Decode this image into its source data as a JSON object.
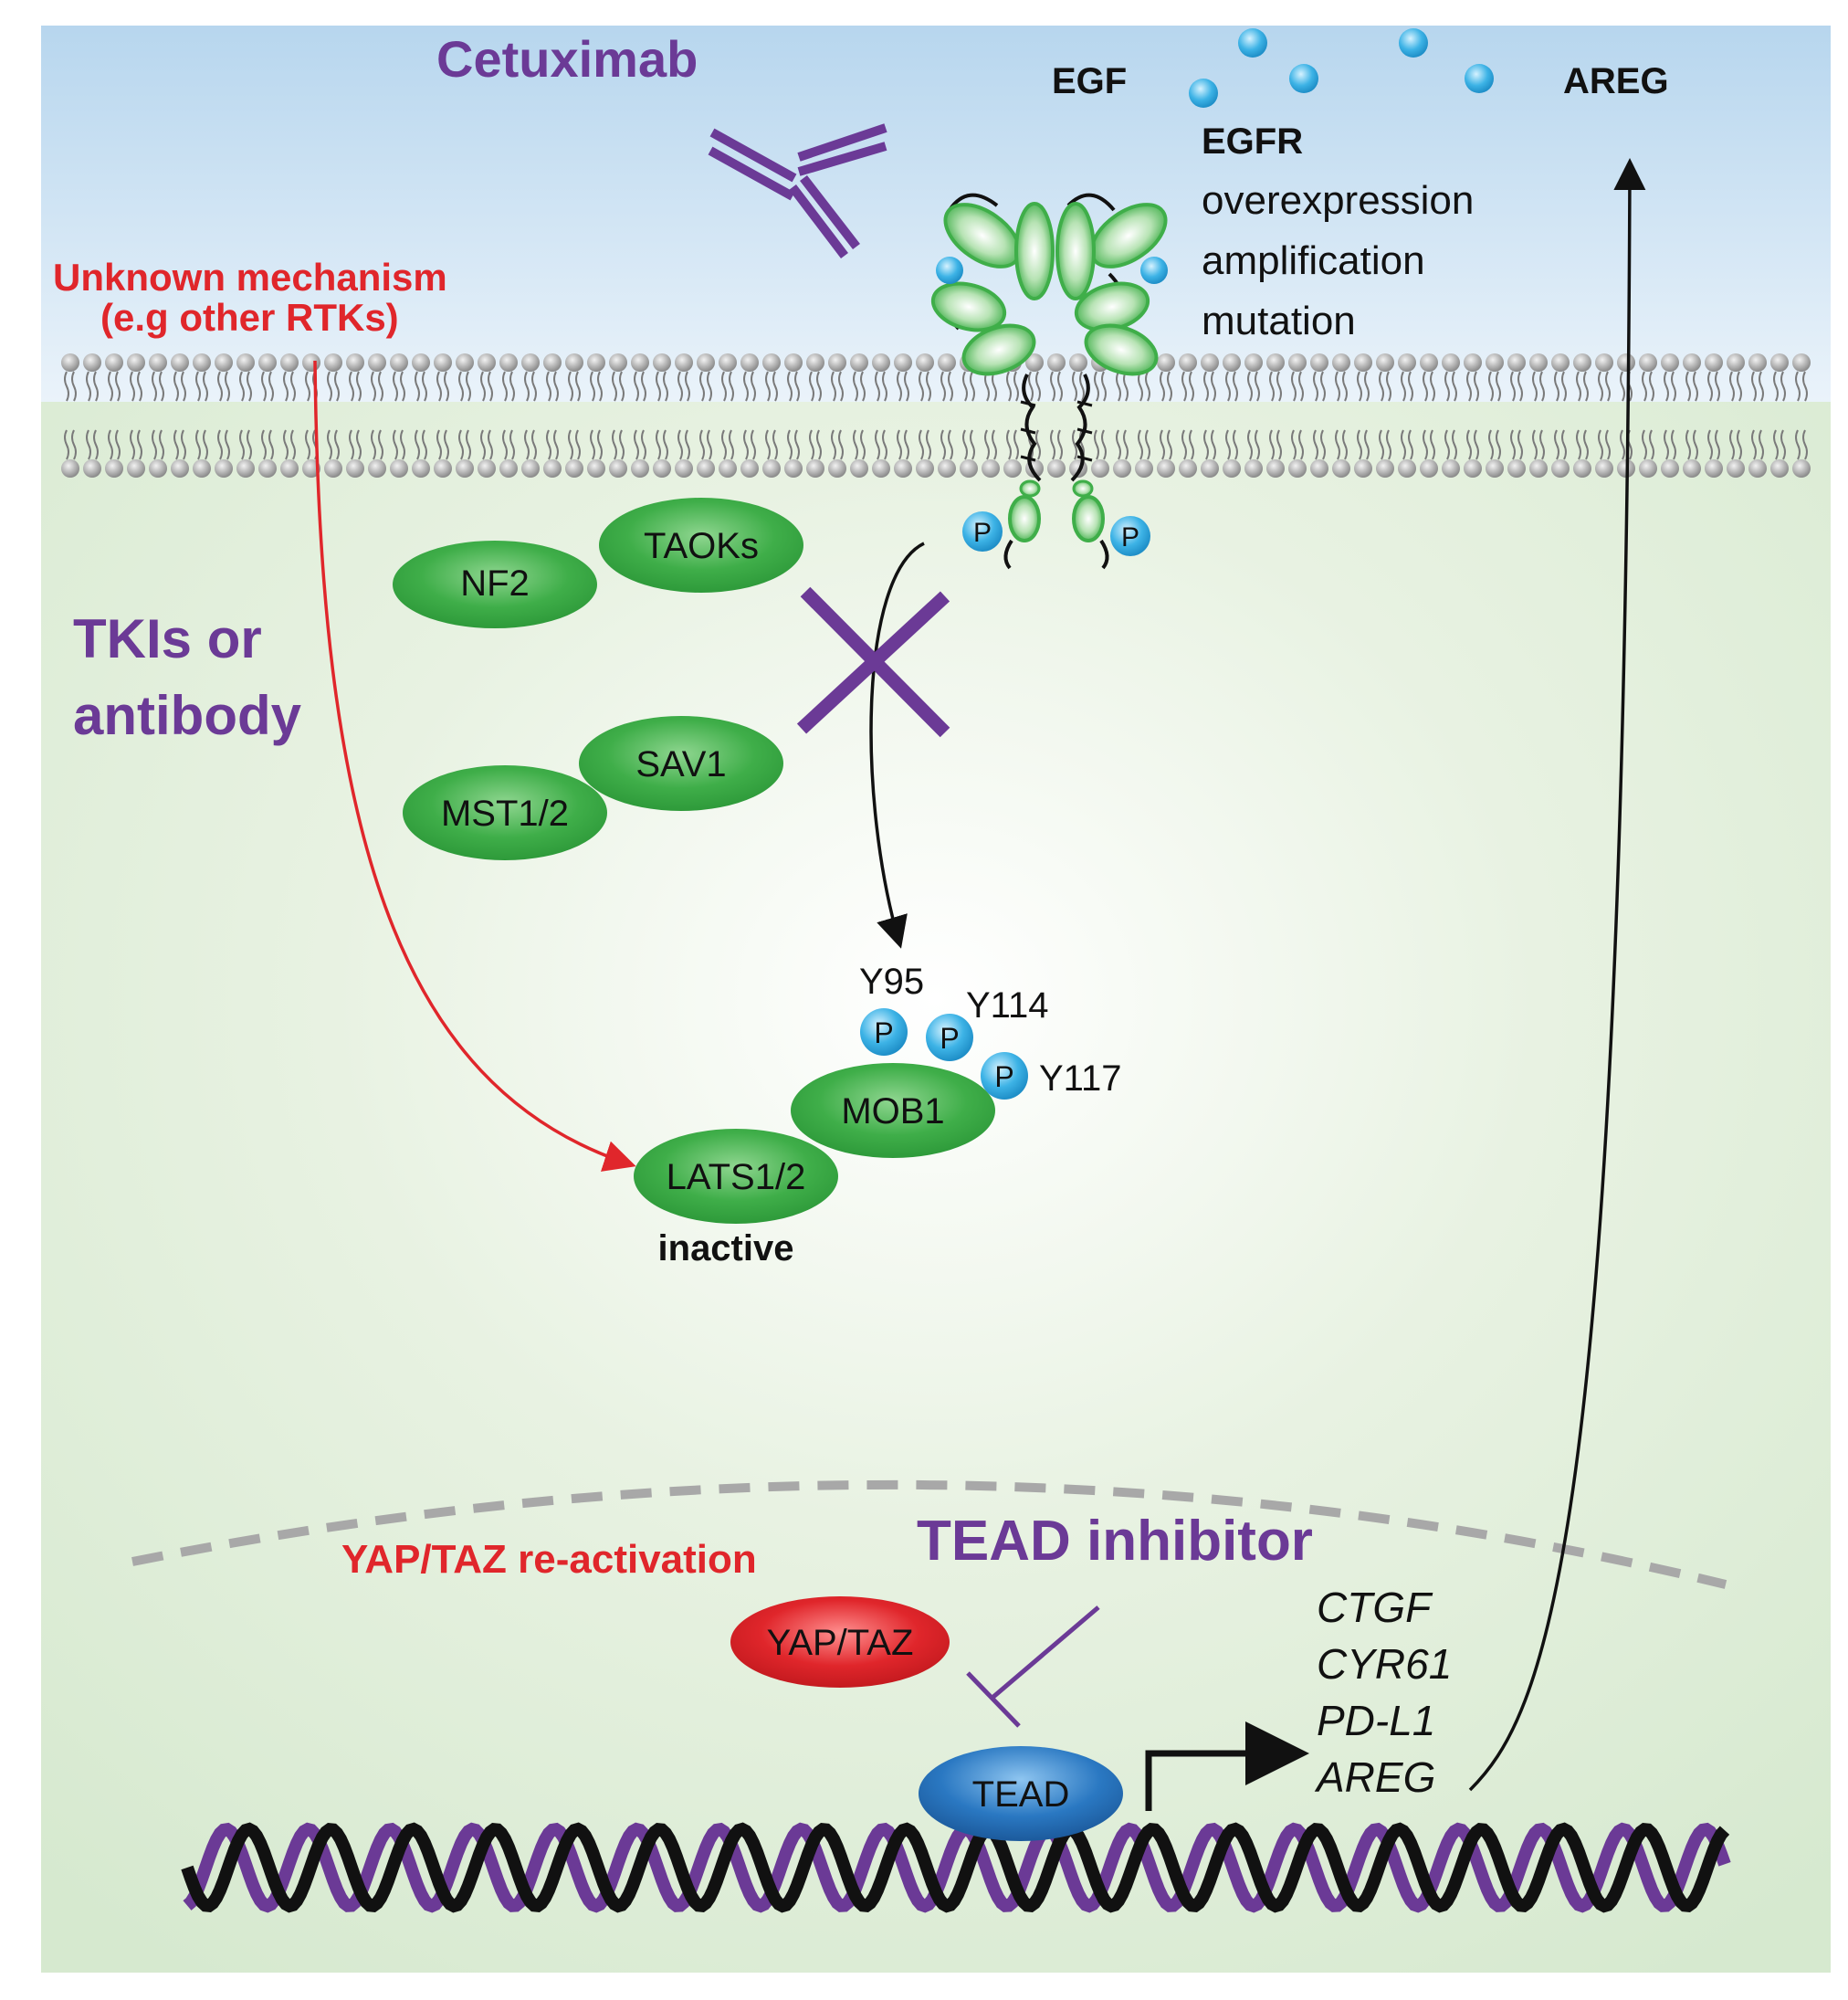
{
  "drugs": {
    "cetuximab": "Cetuximab",
    "tkis_line1": "TKIs or",
    "tkis_line2": "antibody",
    "tead_inhibitor": "TEAD inhibitor"
  },
  "ligands": {
    "egf": "EGF",
    "areg": "AREG"
  },
  "egfr": {
    "title": "EGFR",
    "alterations": [
      "overexpression",
      "amplification",
      "mutation"
    ]
  },
  "unknown_mechanism": {
    "line1": "Unknown mechanism",
    "line2": "(e.g  other RTKs)"
  },
  "proteins": {
    "nf2": "NF2",
    "taoks": "TAOKs",
    "sav1": "SAV1",
    "mst": "MST1/2",
    "mob1": "MOB1",
    "lats": "LATS1/2",
    "lats_state": "inactive",
    "yap_taz": "YAP/TAZ",
    "tead": "TEAD"
  },
  "phospho": {
    "p": "P",
    "sites": [
      "Y95",
      "Y114",
      "Y117"
    ]
  },
  "yap_reactivation": "YAP/TAZ re-activation",
  "target_genes": [
    "CTGF",
    "CYR61",
    "PD-L1",
    "AREG"
  ],
  "colors": {
    "purple": "#6b3a96",
    "red": "#e0262b",
    "green": "#3fae49",
    "blue": "#2a78c2",
    "phospho": "#3db3e6"
  }
}
